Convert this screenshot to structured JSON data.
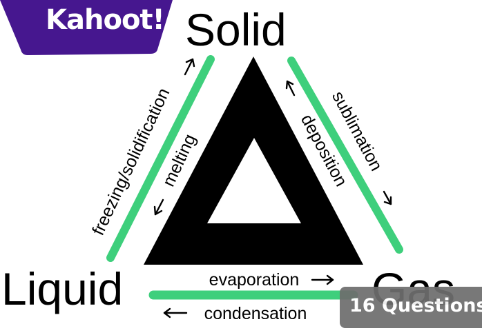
{
  "logo": {
    "text": "Kahoot!",
    "color": "#46178f"
  },
  "states": {
    "solid": "Solid",
    "liquid": "Liquid",
    "gas": "Gas"
  },
  "transitions": {
    "freezing": "freezing/solidification",
    "melting": "melting",
    "sublimation": "sublimation",
    "deposition": "deposition",
    "evaporation": "evaporation",
    "condensation": "condensation"
  },
  "badge": {
    "text": "16 Questions"
  },
  "colors": {
    "highlight": "#2ecc71",
    "triangle": "#000000",
    "badge_bg": "#6e6e6e"
  }
}
